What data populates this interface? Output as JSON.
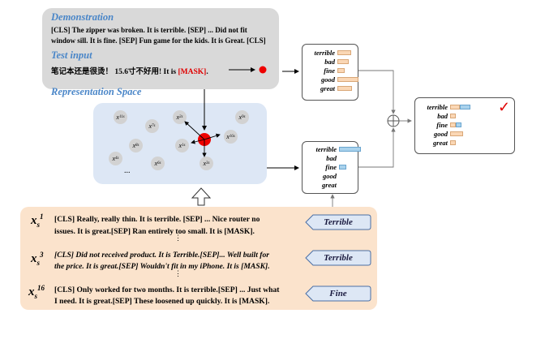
{
  "demonstration": {
    "title": "Demonstration",
    "line1": "[CLS] The zipper was broken. It is terrible. [SEP] ... Did not fit",
    "line2": "window sill. It is fine. [SEP] Fun game for the kids. It is Great. [CLS]"
  },
  "test_input": {
    "title": "Test input",
    "text": "笔记本还是很烫！ 15.6寸不好用! It is ",
    "mask": "[MASK]",
    "end": "."
  },
  "representation": {
    "title": "Representation Space",
    "nodes": [
      {
        "sup": "11",
        "label": "x"
      },
      {
        "sup": "7",
        "label": "x"
      },
      {
        "sup": "2",
        "label": "x"
      },
      {
        "sup": "9",
        "label": "x"
      },
      {
        "sup": "8",
        "label": "x"
      },
      {
        "sup": "1",
        "label": "x"
      },
      {
        "sup": "16",
        "label": "x"
      },
      {
        "sup": "4",
        "label": "x"
      },
      {
        "sup": "6",
        "label": "x"
      },
      {
        "sup": "3",
        "label": "x"
      }
    ],
    "node_sub": "s",
    "ellipsis": "..."
  },
  "retrieved": [
    {
      "x_label": "x",
      "x_sub": "s",
      "x_sup": "1",
      "line1": "[CLS] Really, really thin. It is terrible. [SEP] ... Nice router no",
      "line2": "issues.  It is great.[SEP] Ran entirely too small. It is [MASK].",
      "tag": "Terrible"
    },
    {
      "x_label": "x",
      "x_sub": "s",
      "x_sup": "3",
      "line1": "[CLS] Did not received product.  It is Terrible.[SEP]... Well built for",
      "line2": "the price.  It is great.[SEP] Wouldn't fit in my iPhone. It is [MASK].",
      "tag": "Terrible"
    },
    {
      "x_label": "x",
      "x_sub": "s",
      "x_sup": "16",
      "line1": "[CLS] Only worked for two months.  It is terrible.[SEP] ... Just what",
      "line2": "I need.  It is great.[SEP] These loosened up quickly. It is [MASK].",
      "tag": "Fine"
    }
  ],
  "dots": "⋮",
  "label_words": [
    "terrible",
    "bad",
    "fine",
    "good",
    "great"
  ],
  "dist_top": {
    "orange": [
      0.55,
      0.45,
      0.3,
      0.85,
      0.6
    ]
  },
  "dist_mid": {
    "blue": [
      0.9,
      0,
      0.3,
      0,
      0
    ]
  },
  "dist_final": {
    "orange": [
      0.5,
      0.3,
      0.3,
      0.65,
      0.3
    ],
    "blue": [
      0.55,
      0,
      0.3,
      0,
      0
    ]
  },
  "check": "✓",
  "colors": {
    "mask": "#e00000",
    "title": "#4a86c8",
    "orange": "#fad7b5",
    "blue": "#a9d2ec",
    "red_dot": "#ee0000"
  }
}
